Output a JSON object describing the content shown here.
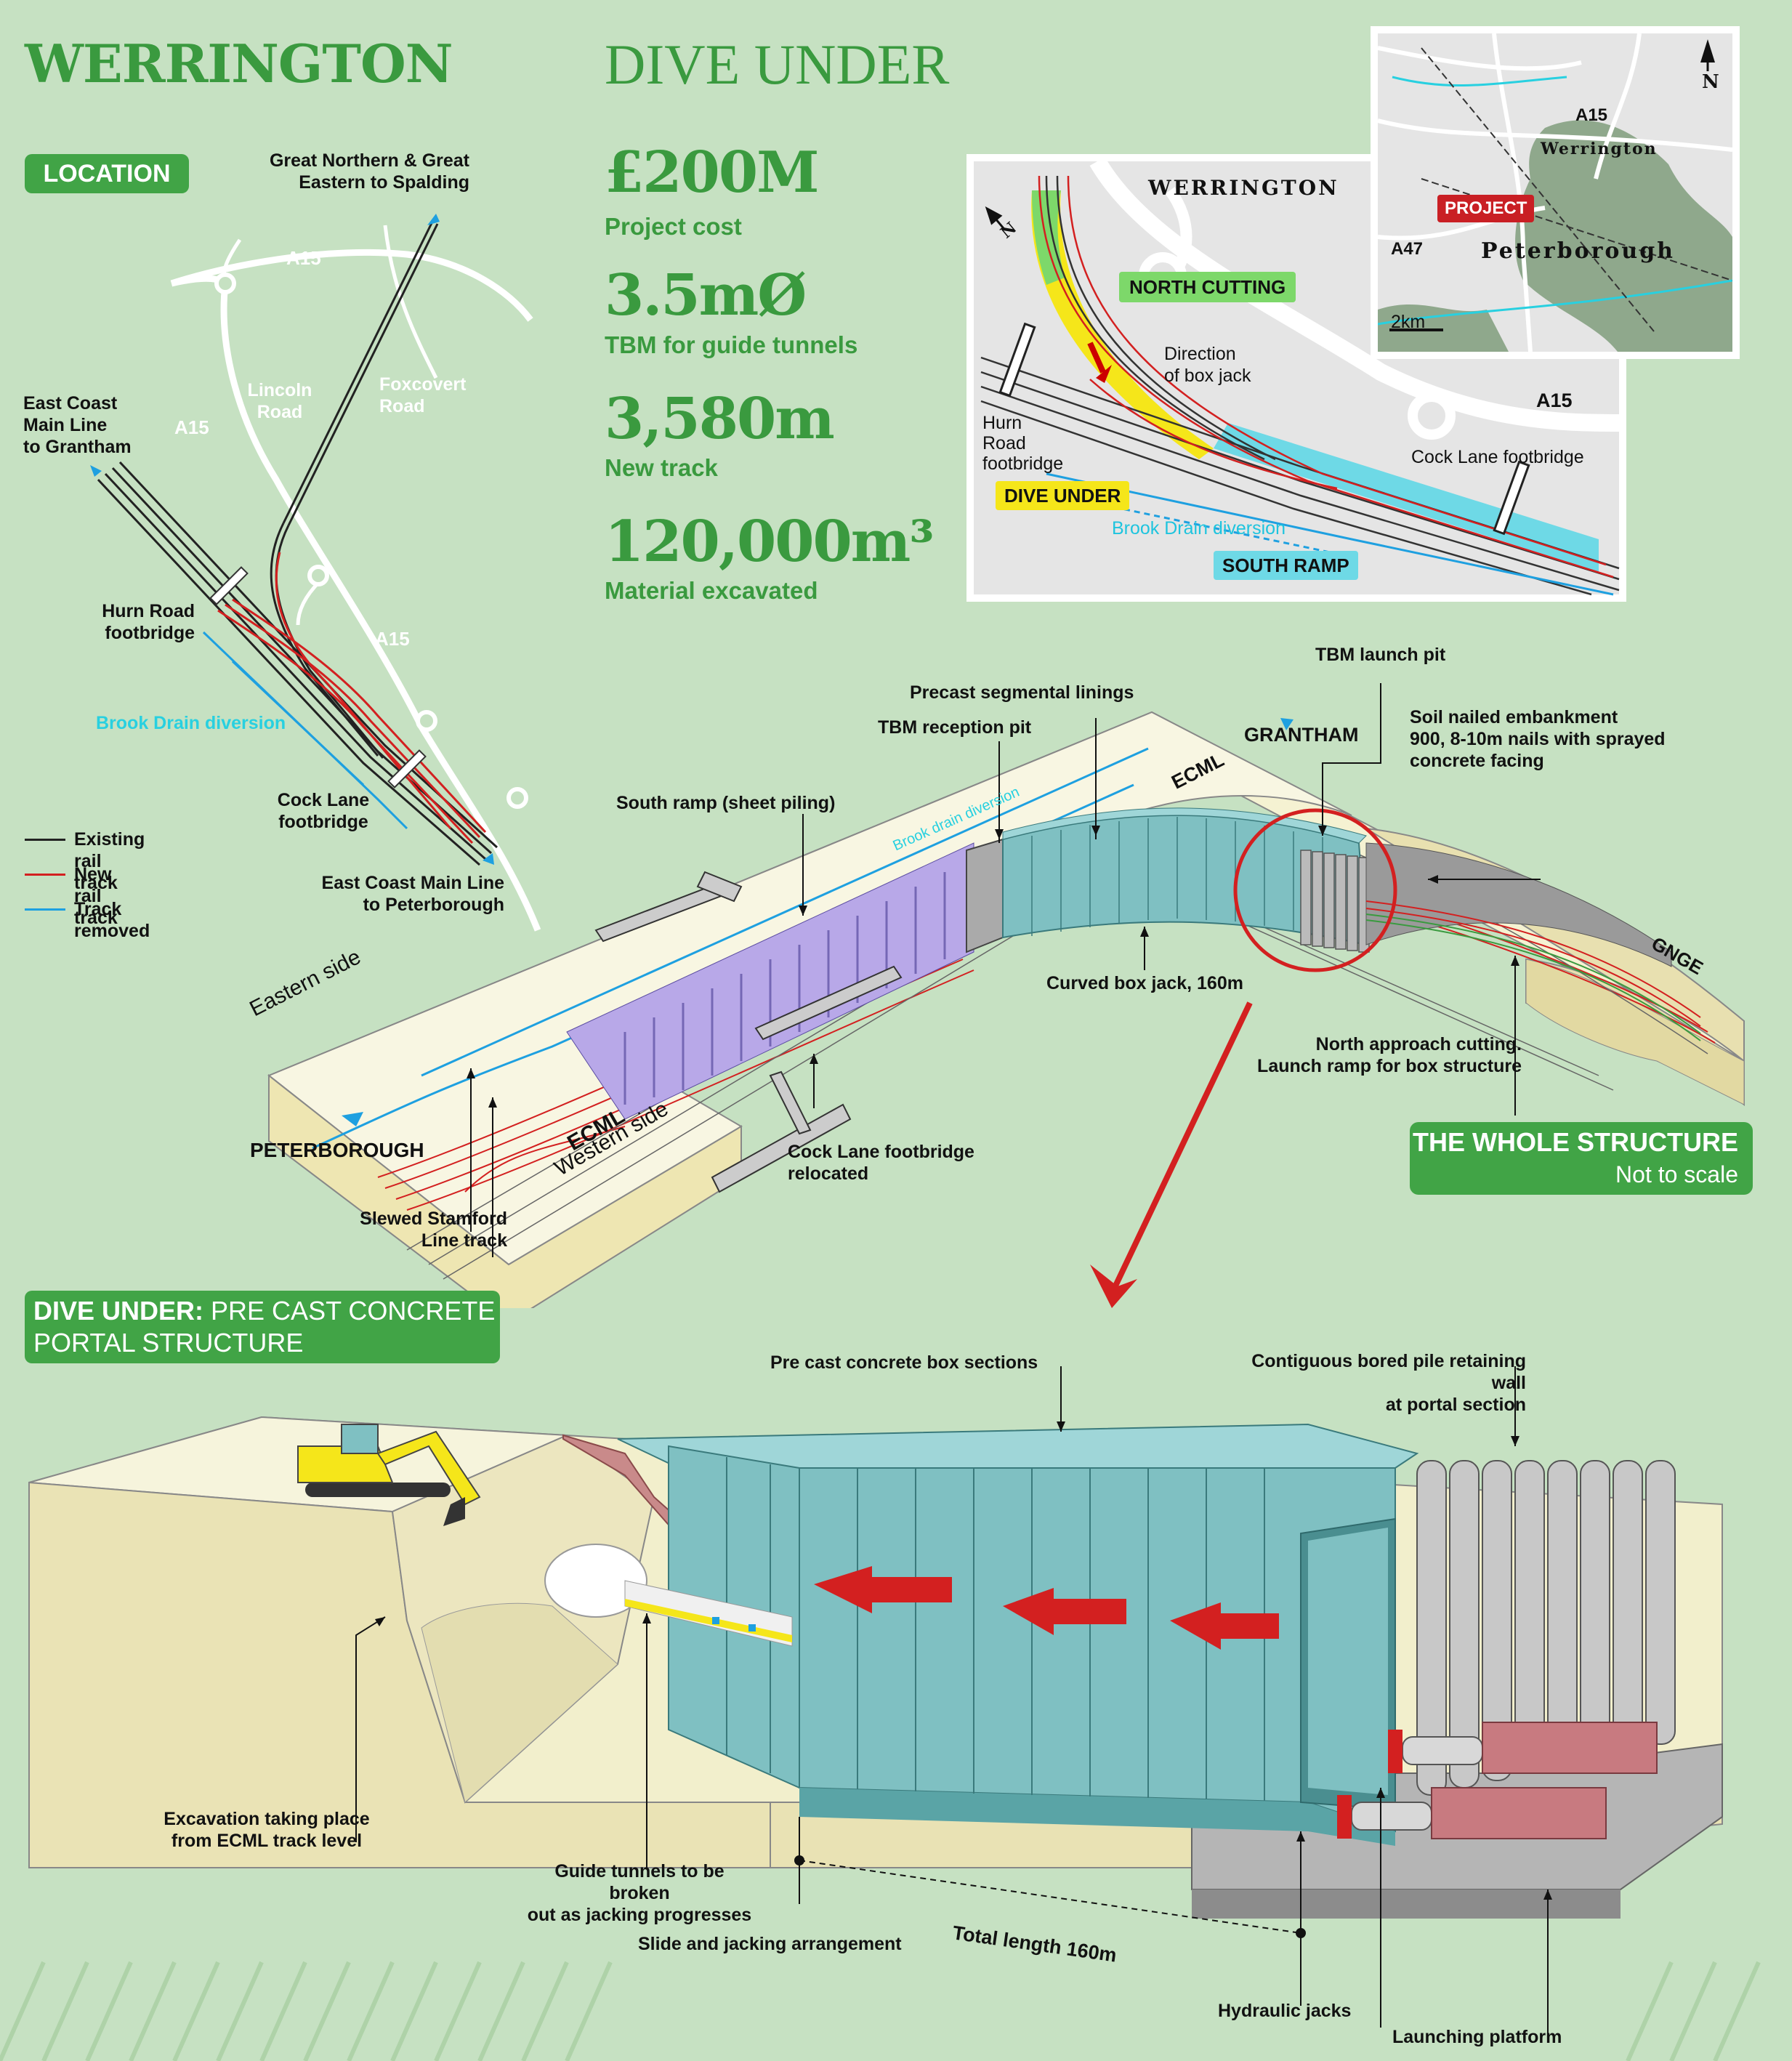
{
  "header": {
    "title_left": "WERRINGTON",
    "title_right": "DIVE UNDER"
  },
  "stats": [
    {
      "value": "£200M",
      "label": "Project cost"
    },
    {
      "value": "3.5mØ",
      "label": "TBM for guide tunnels"
    },
    {
      "value": "3,580m",
      "label": "New track"
    },
    {
      "value": "120,000m³",
      "label": "Material excavated"
    }
  ],
  "location": {
    "badge": "LOCATION",
    "labels": {
      "gn_ge": "Great Northern &\nGreat Eastern to Spalding",
      "a15_top": "A15",
      "a15_left": "A15",
      "a15_bottom": "A15",
      "lincoln": "Lincoln\nRoad",
      "foxcovert": "Foxcovert\nRoad",
      "ecml_grantham": "East Coast\nMain Line\nto Grantham",
      "hurn": "Hurn Road\nfootbridge",
      "brook": "Brook Drain diversion",
      "cock": "Cock Lane\nfootbridge",
      "ecml_peterborough": "East Coast Main Line\nto Peterborough"
    },
    "legend": [
      {
        "label": "Existing rail track",
        "color": "#222222"
      },
      {
        "label": "New rail track",
        "color": "#d32020"
      },
      {
        "label": "Track removed",
        "color": "#1ea0e0"
      }
    ]
  },
  "site_map": {
    "werrington": "WERRINGTON",
    "north_cutting": "NORTH CUTTING",
    "direction": "Direction\nof box jack",
    "hurn": "Hurn\nRoad\nfootbridge",
    "dive_under": "DIVE UNDER",
    "a15": "A15",
    "cock_lane": "Cock Lane footbridge",
    "brook": "Brook Drain diversion",
    "south_ramp": "SOUTH RAMP",
    "north": "N"
  },
  "inset_map": {
    "a15": "A15",
    "werrington": "Werrington",
    "project": "PROJECT",
    "a47": "A47",
    "peterborough": "Peterborough",
    "scale": "2km",
    "north": "N"
  },
  "whole_structure": {
    "title": "THE WHOLE STRUCTURE",
    "subtitle": "Not to scale",
    "labels": {
      "tbm_launch": "TBM launch pit",
      "precast": "Precast segmental linings",
      "soil": "Soil nailed embankment\n900, 8-10m nails with sprayed\nconcrete facing",
      "tbm_reception": "TBM reception pit",
      "grantham": "GRANTHAM",
      "ecml_top": "ECML",
      "south_ramp": "South ramp (sheet piling)",
      "brook_div": "Brook drain diversion",
      "gnge": "GNGE",
      "curved": "Curved box jack, 160m",
      "north_approach": "North approach cutting.\nLaunch ramp for box structure",
      "eastern": "Eastern side",
      "peterborough": "PETERBOROUGH",
      "ecml_bottom": "ECML",
      "western": "Western side",
      "cock_lane": "Cock Lane footbridge\nrelocated",
      "slewed": "Slewed Stamford\nLine track"
    }
  },
  "portal": {
    "title_bold": "DIVE UNDER:",
    "title_rest": " PRE CAST CONCRETE\nPORTAL STRUCTURE",
    "labels": {
      "box_sections": "Pre cast concrete box sections",
      "pile_wall": "Contiguous bored pile retaining wall\nat portal section",
      "excavation": "Excavation taking place\nfrom ECML track level",
      "guide": "Guide tunnels to be broken\nout as jacking progresses",
      "slide": "Slide and jacking arrangement",
      "total": "Total length 160m",
      "hydraulic": "Hydraulic jacks",
      "platform": "Launching platform"
    }
  },
  "colors": {
    "background": "#c6e1c2",
    "accent_green": "#3b9a3f",
    "red": "#d32020",
    "cyan": "#1ea0e0",
    "concrete_box": "#7fc0c2",
    "yellow": "#f5e61a"
  }
}
